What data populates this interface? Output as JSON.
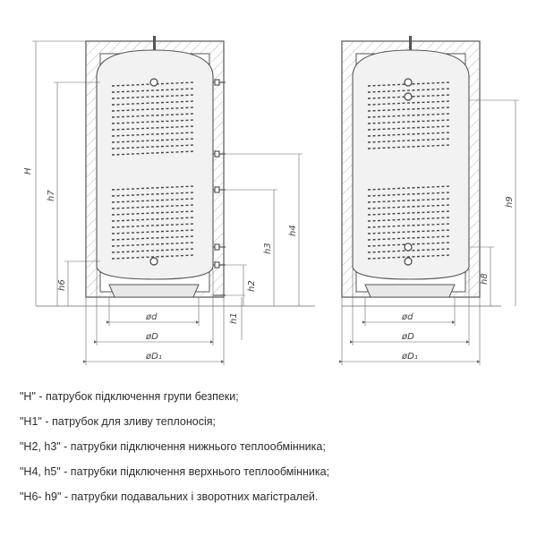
{
  "diagram": {
    "left_tank": {
      "labels": {
        "H": "H",
        "h7": "h7",
        "h6": "h6",
        "h1": "h1",
        "h2": "h2",
        "h3": "h3",
        "h4": "h4",
        "d": "ød",
        "D": "øD",
        "D1": "øD₁"
      }
    },
    "right_tank": {
      "labels": {
        "h9": "h9",
        "h8": "h8",
        "d": "ød",
        "D": "øD",
        "D1": "øD₁"
      }
    }
  },
  "legend": [
    "\"H\" - патрубок підключення групи безпеки;",
    "\"H1\" - патрубок для зливу теплоносія;",
    "\"H2, h3\" - патрубки підключення нижнього теплообмінника;",
    "\"H4, h5\" - патрубки підключення верхнього теплообмінника;",
    "\"H6- h9\" - патрубки подавальних і зворотних магістралей."
  ],
  "colors": {
    "line": "#555555",
    "insulation_fill": "#ffffff",
    "tank_fill": "#f2f2f2",
    "coil": "#444444",
    "text": "#2b2b2b"
  }
}
